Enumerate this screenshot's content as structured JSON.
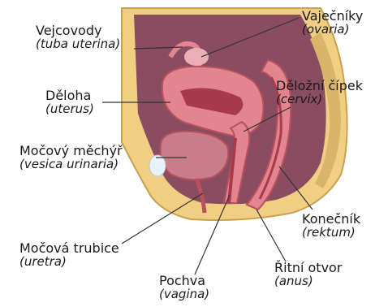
{
  "labels": {
    "fallopian_tube": {
      "name": "Vejcovody",
      "latin": "(tuba uterina)"
    },
    "ovary": {
      "name": "Vaječníky",
      "latin": "(ovaria)"
    },
    "uterus": {
      "name": "Děloha",
      "latin": "(uterus)"
    },
    "cervix": {
      "name": "Děložní čípek",
      "latin": "(cervix)"
    },
    "bladder": {
      "name": "Močový měchýř",
      "latin": "(vesica urinaria)"
    },
    "rectum": {
      "name": "Konečník",
      "latin": "(rektum)"
    },
    "urethra": {
      "name": "Močová trubice",
      "latin": "(uretra)"
    },
    "vagina": {
      "name": "Pochva",
      "latin": "(vagina)"
    },
    "anus": {
      "name": "Řitní otvor",
      "latin": "(anus)"
    }
  },
  "colors": {
    "skin": "#f0cf84",
    "skin_edge": "#caa24f",
    "cavity": "#8a4c60",
    "cavity_dark": "#6f3a4d",
    "tissue": "#e2858f",
    "tissue_dark": "#b8505e",
    "lumen": "#a83b4a",
    "bladder": "#c77e8a",
    "bone": "#e8f0f8",
    "leader": "#333333"
  }
}
